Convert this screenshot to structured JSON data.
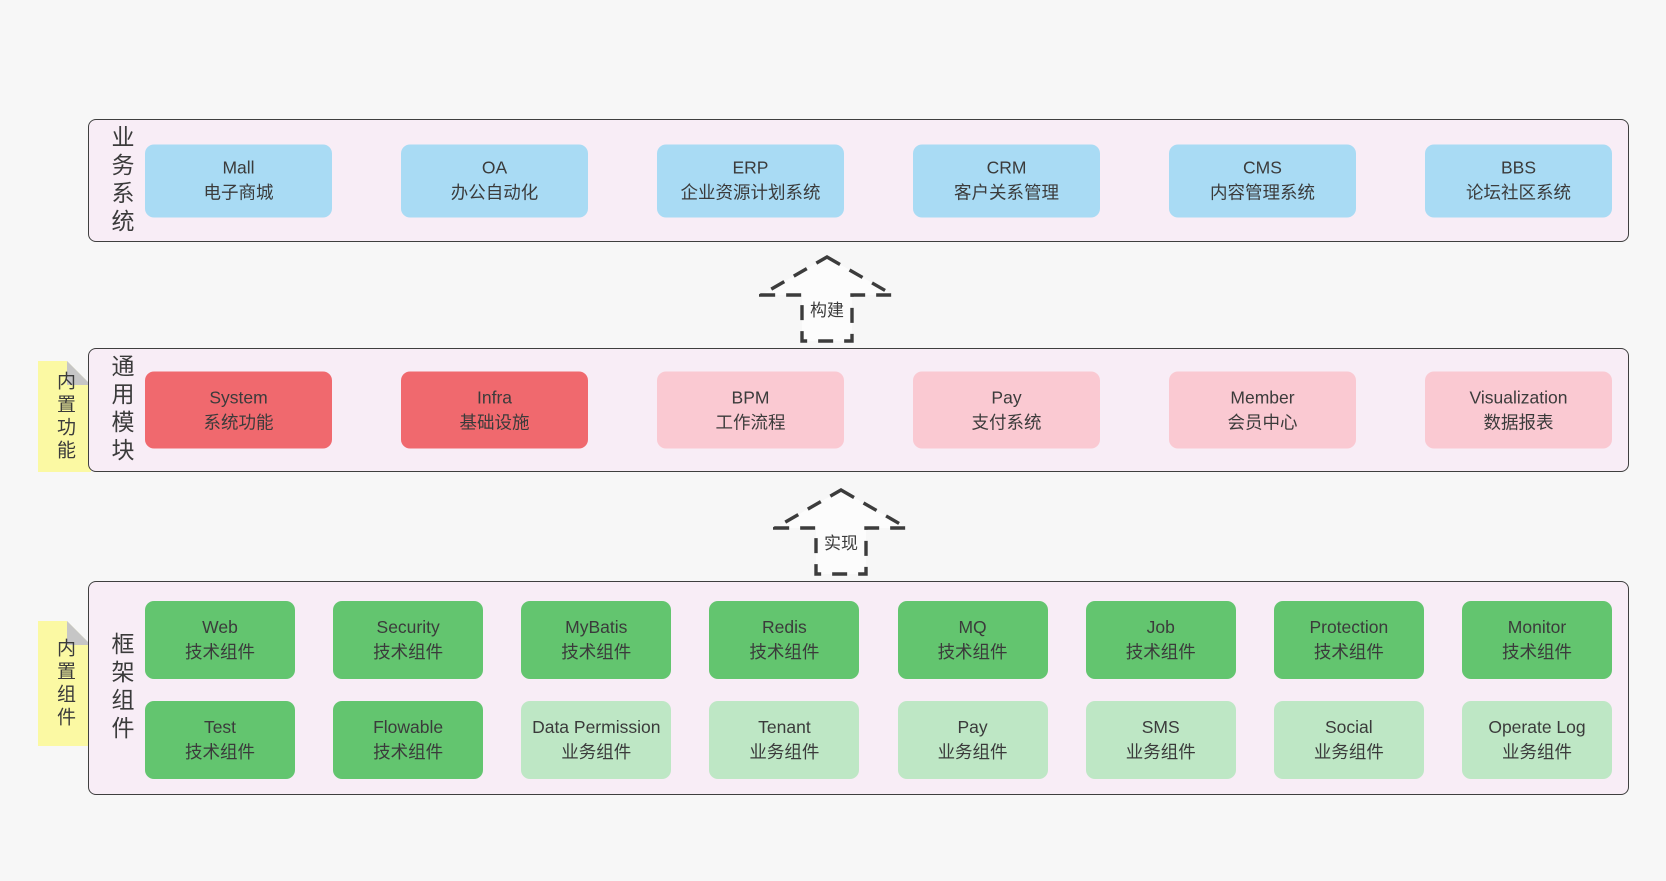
{
  "colors": {
    "page_bg": "#f7f7f7",
    "container_bg": "#f8edf6",
    "container_border": "#3f3f3f",
    "blue_card": "#a9dbf4",
    "red_card": "#f0696e",
    "pink_card": "#fac9d2",
    "green_dark_card": "#63c56f",
    "green_light_card": "#bee7c5",
    "sticky_yellow": "#fbf9a3",
    "text": "#3b3b3b"
  },
  "arrows": [
    {
      "label": "构建"
    },
    {
      "label": "实现"
    }
  ],
  "sections": {
    "business": {
      "label": "业务系统",
      "cards": [
        {
          "title": "Mall",
          "subtitle": "电子商城"
        },
        {
          "title": "OA",
          "subtitle": "办公自动化"
        },
        {
          "title": "ERP",
          "subtitle": "企业资源计划系统"
        },
        {
          "title": "CRM",
          "subtitle": "客户关系管理"
        },
        {
          "title": "CMS",
          "subtitle": "内容管理系统"
        },
        {
          "title": "BBS",
          "subtitle": "论坛社区系统"
        }
      ]
    },
    "modules": {
      "label": "通用模块",
      "sticky": "内置功能",
      "cards": [
        {
          "title": "System",
          "subtitle": "系统功能"
        },
        {
          "title": "Infra",
          "subtitle": "基础设施"
        },
        {
          "title": "BPM",
          "subtitle": "工作流程"
        },
        {
          "title": "Pay",
          "subtitle": "支付系统"
        },
        {
          "title": "Member",
          "subtitle": "会员中心"
        },
        {
          "title": "Visualization",
          "subtitle": "数据报表"
        }
      ]
    },
    "components": {
      "label": "框架组件",
      "sticky": "内置组件",
      "row1": [
        {
          "title": "Web",
          "subtitle": "技术组件"
        },
        {
          "title": "Security",
          "subtitle": "技术组件"
        },
        {
          "title": "MyBatis",
          "subtitle": "技术组件"
        },
        {
          "title": "Redis",
          "subtitle": "技术组件"
        },
        {
          "title": "MQ",
          "subtitle": "技术组件"
        },
        {
          "title": "Job",
          "subtitle": "技术组件"
        },
        {
          "title": "Protection",
          "subtitle": "技术组件"
        },
        {
          "title": "Monitor",
          "subtitle": "技术组件"
        }
      ],
      "row2": [
        {
          "title": "Test",
          "subtitle": "技术组件"
        },
        {
          "title": "Flowable",
          "subtitle": "技术组件"
        },
        {
          "title": "Data Permission",
          "subtitle": "业务组件"
        },
        {
          "title": "Tenant",
          "subtitle": "业务组件"
        },
        {
          "title": "Pay",
          "subtitle": "业务组件"
        },
        {
          "title": "SMS",
          "subtitle": "业务组件"
        },
        {
          "title": "Social",
          "subtitle": "业务组件"
        },
        {
          "title": "Operate Log",
          "subtitle": "业务组件"
        }
      ]
    }
  }
}
